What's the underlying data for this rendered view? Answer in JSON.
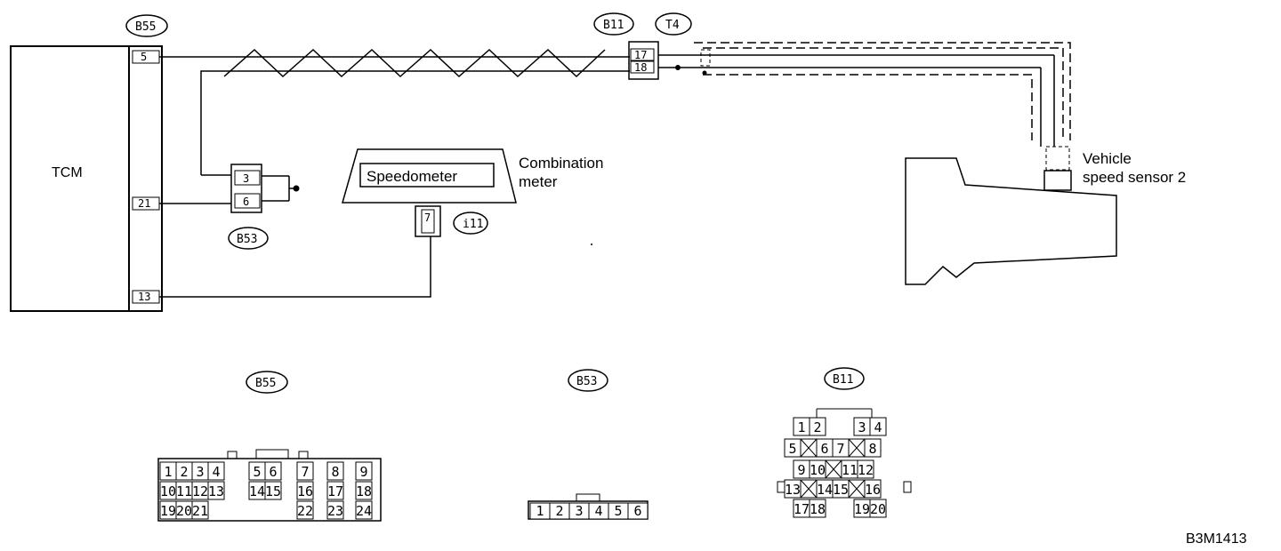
{
  "diagram": {
    "tcm_label": "TCM",
    "connector_tags": {
      "b55_top": "B55",
      "b11_top": "B11",
      "t4_top": "T4",
      "b53_mid": "B53",
      "i11_mid": "i11",
      "b55_bottom": "B55",
      "b53_bottom": "B53",
      "b11_bottom": "B11"
    },
    "tcm_pins": {
      "p5": "5",
      "p21": "21",
      "p13": "13"
    },
    "b53_pins": {
      "p3": "3",
      "p6": "6"
    },
    "b11_pins": {
      "p17": "17",
      "p18": "18"
    },
    "i11_pin": "7",
    "speedometer_label": "Speedometer",
    "combination_meter_line1": "Combination",
    "combination_meter_line2": "meter",
    "sensor_line1": "Vehicle",
    "sensor_line2": "speed sensor 2",
    "figure_code": "B3M1413"
  },
  "b55_connector": {
    "row1": [
      "1",
      "2",
      "3",
      "4",
      "5",
      "6",
      "7",
      "8",
      "9"
    ],
    "row2": [
      "10",
      "11",
      "12",
      "13",
      "14",
      "15",
      "16",
      "17",
      "18"
    ],
    "row3": [
      "19",
      "20",
      "21",
      "22",
      "23",
      "24"
    ]
  },
  "b53_connector": {
    "pins": [
      "1",
      "2",
      "3",
      "4",
      "5",
      "6"
    ]
  },
  "b11_connector": {
    "row1": [
      "1",
      "2",
      "3",
      "4"
    ],
    "row2": [
      "5",
      "6",
      "7",
      "8"
    ],
    "row3": [
      "9",
      "10",
      "11",
      "12"
    ],
    "row4": [
      "13",
      "14",
      "15",
      "16"
    ],
    "row5": [
      "17",
      "18",
      "19",
      "20"
    ]
  }
}
